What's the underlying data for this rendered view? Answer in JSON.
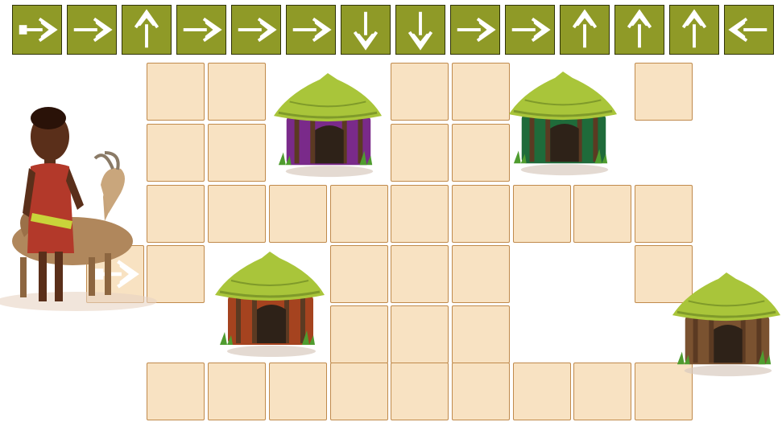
{
  "commands": [
    {
      "dir": "right",
      "style": "start",
      "icon": "start-arrow-right-icon"
    },
    {
      "dir": "right",
      "icon": "arrow-right-icon"
    },
    {
      "dir": "up",
      "icon": "arrow-up-icon"
    },
    {
      "dir": "right",
      "icon": "arrow-right-icon"
    },
    {
      "dir": "right",
      "icon": "arrow-right-icon"
    },
    {
      "dir": "right",
      "icon": "arrow-right-icon"
    },
    {
      "dir": "down",
      "icon": "arrow-down-icon"
    },
    {
      "dir": "down",
      "icon": "arrow-down-icon"
    },
    {
      "dir": "right",
      "icon": "arrow-right-icon"
    },
    {
      "dir": "right",
      "icon": "arrow-right-icon"
    },
    {
      "dir": "up",
      "icon": "arrow-up-icon"
    },
    {
      "dir": "up",
      "icon": "arrow-up-icon"
    },
    {
      "dir": "up",
      "icon": "arrow-up-icon"
    },
    {
      "dir": "left",
      "icon": "arrow-left-icon"
    }
  ],
  "tiles": [
    {
      "col": 2,
      "row": 0
    },
    {
      "col": 3,
      "row": 0
    },
    {
      "col": 6,
      "row": 0
    },
    {
      "col": 7,
      "row": 0
    },
    {
      "col": 10,
      "row": 0
    },
    {
      "col": 2,
      "row": 1
    },
    {
      "col": 3,
      "row": 1
    },
    {
      "col": 6,
      "row": 1
    },
    {
      "col": 7,
      "row": 1
    },
    {
      "col": 2,
      "row": 2
    },
    {
      "col": 3,
      "row": 2
    },
    {
      "col": 4,
      "row": 2
    },
    {
      "col": 5,
      "row": 2
    },
    {
      "col": 6,
      "row": 2
    },
    {
      "col": 7,
      "row": 2
    },
    {
      "col": 8,
      "row": 2
    },
    {
      "col": 9,
      "row": 2
    },
    {
      "col": 10,
      "row": 2
    },
    {
      "col": 1,
      "row": 3,
      "start": true
    },
    {
      "col": 2,
      "row": 3
    },
    {
      "col": 5,
      "row": 3
    },
    {
      "col": 6,
      "row": 3
    },
    {
      "col": 7,
      "row": 3
    },
    {
      "col": 10,
      "row": 3
    },
    {
      "col": 5,
      "row": 4
    },
    {
      "col": 6,
      "row": 4
    },
    {
      "col": 7,
      "row": 4
    },
    {
      "col": 2,
      "row": 5
    },
    {
      "col": 3,
      "row": 5
    },
    {
      "col": 4,
      "row": 5
    },
    {
      "col": 5,
      "row": 5
    },
    {
      "col": 6,
      "row": 5
    },
    {
      "col": 7,
      "row": 5
    },
    {
      "col": 8,
      "row": 5
    },
    {
      "col": 9,
      "row": 5
    },
    {
      "col": 10,
      "row": 5
    }
  ],
  "huts": [
    {
      "name": "hut-purple",
      "wall": "#7a2a8a"
    },
    {
      "name": "hut-green",
      "wall": "#1f6b3a"
    },
    {
      "name": "hut-red",
      "wall": "#a5431f"
    },
    {
      "name": "hut-brown",
      "wall": "#7a5230"
    }
  ],
  "colors": {
    "toolbar": "#8f9a27",
    "tile": "#f8e2c2",
    "tile_border": "#c08a4c",
    "roof": "#a9c53a"
  }
}
